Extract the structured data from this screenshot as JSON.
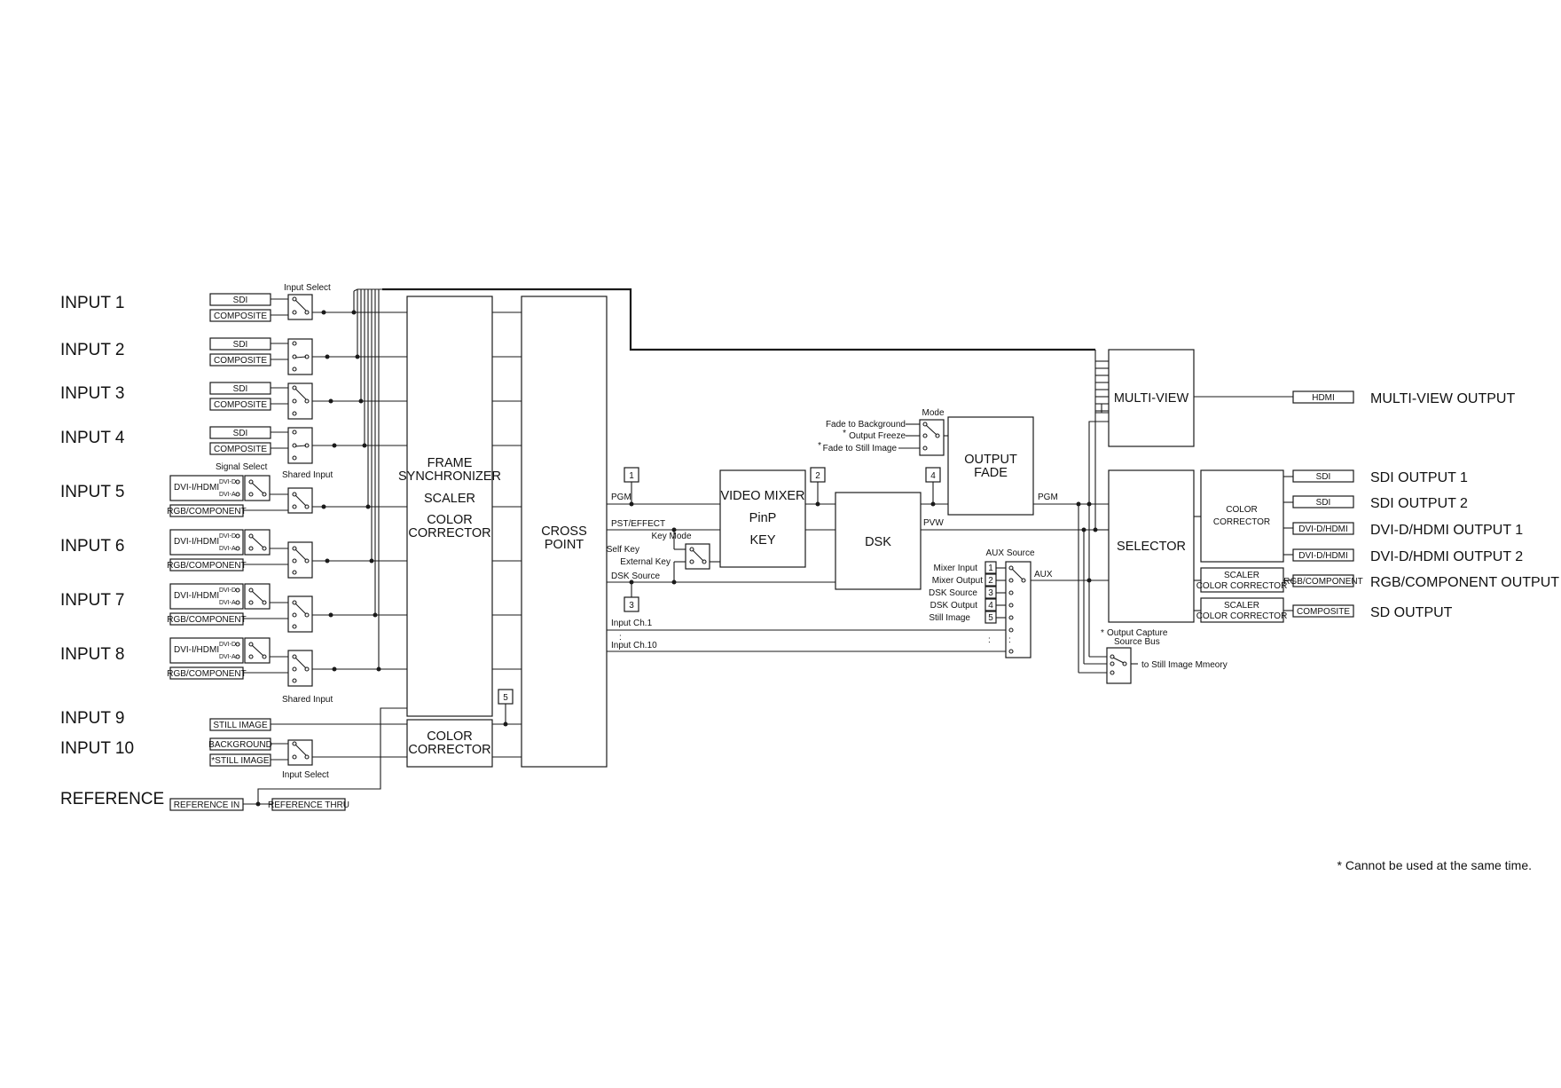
{
  "inputs": {
    "in1": "INPUT 1",
    "in2": "INPUT 2",
    "in3": "INPUT 3",
    "in4": "INPUT 4",
    "in5": "INPUT 5",
    "in6": "INPUT 6",
    "in7": "INPUT 7",
    "in8": "INPUT 8",
    "in9": "INPUT 9",
    "in10": "INPUT 10",
    "ref": "REFERENCE"
  },
  "connectors": {
    "sdi": "SDI",
    "composite": "COMPOSITE",
    "dvi_hdmi": "DVI-I/HDMI",
    "rgb_component": "RGB/COMPONENT",
    "dvi_d": "DVI-D",
    "dvi_a": "DVI-A",
    "still_image": "STILL IMAGE",
    "background": "BACKGROUND",
    "still_image_star": "*STILL IMAGE",
    "reference_in": "REFERENCE IN",
    "reference_thru": "REFERENCE THRU",
    "hdmi": "HDMI",
    "dvi_d_hdmi": "DVI-D/HDMI",
    "composite_out": "COMPOSITE"
  },
  "labels": {
    "input_select": "Input Select",
    "signal_select": "Signal Select",
    "shared_input": "Shared Input",
    "key_mode": "Key Mode",
    "self_key": "Self Key",
    "external_key": "External Key",
    "dsk_source": "DSK Source",
    "pgm": "PGM",
    "pst_effect": "PST/EFFECT",
    "pvw": "PVW",
    "aux": "AUX",
    "input_ch1": "Input Ch.1",
    "input_ch10": "Input Ch.10",
    "colon": ":",
    "mode": "Mode",
    "fade_bg": "Fade to Background",
    "output_freeze": "Output Freeze",
    "fade_still": "Fade to Still Image",
    "aux_source": "AUX Source",
    "aux_mixer_input": "Mixer Input",
    "aux_mixer_output": "Mixer Output",
    "aux_dsk_source": "DSK Source",
    "aux_dsk_output": "DSK Output",
    "aux_still_image": "Still Image",
    "capture_line1": "Output Capture",
    "capture_line2": "Source Bus",
    "to_still": "to Still Image Mmeory",
    "star": "*"
  },
  "blocks": {
    "fs_1": "FRAME",
    "fs_2": "SYNCHRONIZER",
    "fs_3": "SCALER",
    "fs_4": "COLOR",
    "fs_5": "CORRECTOR",
    "cc_1": "COLOR",
    "cc_2": "CORRECTOR",
    "cross_1": "CROSS",
    "cross_2": "POINT",
    "vm_1": "VIDEO MIXER",
    "vm_2": "PinP",
    "vm_3": "KEY",
    "dsk": "DSK",
    "of_1": "OUTPUT",
    "of_2": "FADE",
    "mv": "MULTI-VIEW",
    "sel": "SELECTOR",
    "occ_1": "COLOR",
    "occ_2": "CORRECTOR",
    "scaler": "SCALER",
    "scaler_cc": "COLOR CORRECTOR"
  },
  "numbers": {
    "n1": "1",
    "n2": "2",
    "n3": "3",
    "n4": "4",
    "n5": "5"
  },
  "outputs": {
    "mv": "MULTI-VIEW OUTPUT",
    "sdi1": "SDI OUTPUT 1",
    "sdi2": "SDI OUTPUT 2",
    "dvi1": "DVI-D/HDMI OUTPUT 1",
    "dvi2": "DVI-D/HDMI OUTPUT 2",
    "rgb": "RGB/COMPONENT OUTPUT",
    "sd": "SD OUTPUT"
  },
  "footnote": "* Cannot be used at the same time."
}
